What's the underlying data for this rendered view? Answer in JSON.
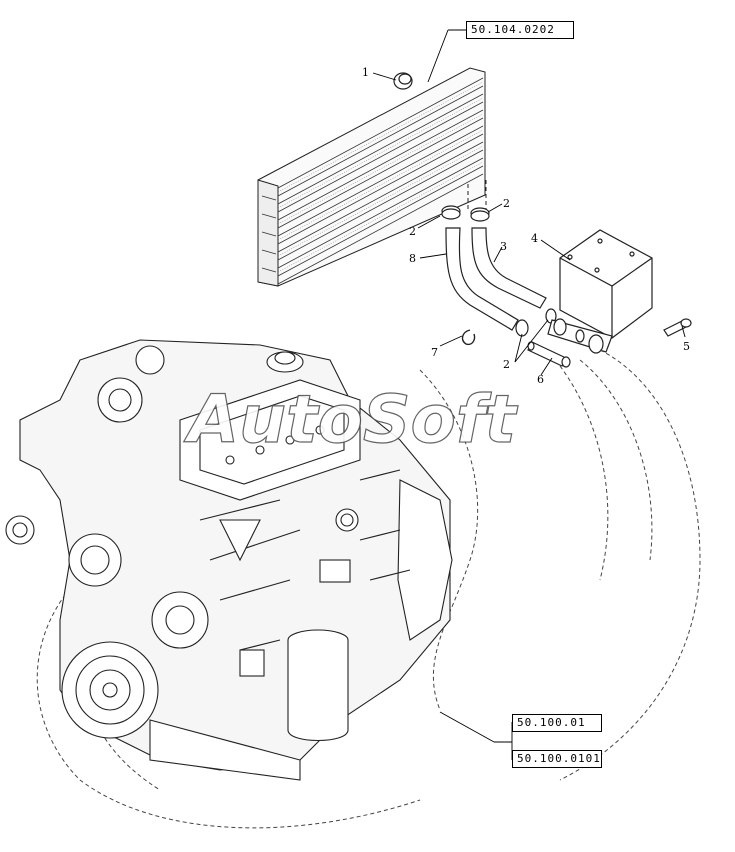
{
  "references": {
    "radiator_ref": "50.104.0202",
    "engine_ref_1": "50.100.01",
    "engine_ref_2": "50.100.0101"
  },
  "callouts": [
    "1",
    "2",
    "2",
    "3",
    "4",
    "5",
    "2",
    "6",
    "7",
    "8"
  ],
  "watermark": "AutoSoft"
}
